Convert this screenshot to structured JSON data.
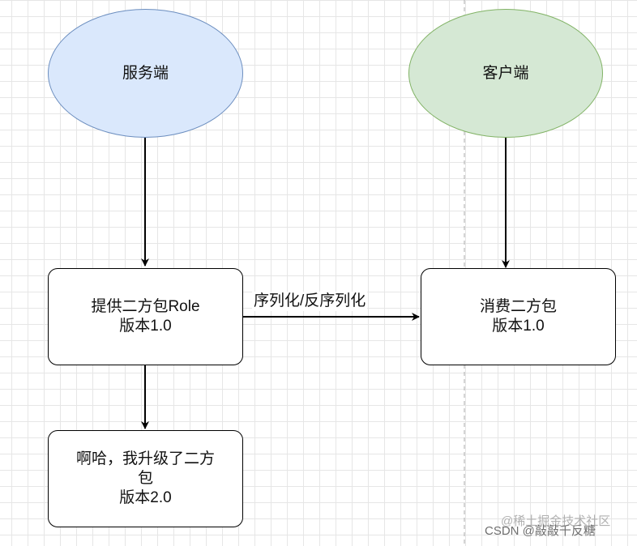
{
  "colors": {
    "server_fill": "#dae8fc",
    "server_stroke": "#6c8ebf",
    "client_fill": "#d5e8d4",
    "client_stroke": "#82b366",
    "edge": "#000000"
  },
  "nodes": {
    "server": {
      "label": "服务端"
    },
    "client": {
      "label": "客户端"
    },
    "provider": {
      "line1": "提供二方包Role",
      "line2": "版本1.0"
    },
    "consumer": {
      "line1": "消费二方包",
      "line2": "版本1.0"
    },
    "upgrade": {
      "line1": "啊哈，我升级了二方",
      "line2": "包",
      "line3": "版本2.0"
    }
  },
  "edges": {
    "serialize_label": "序列化/反序列化"
  },
  "watermark": {
    "juejin": "@稀土掘金技术社区",
    "csdn": "CSDN @敲敲千反糖"
  }
}
